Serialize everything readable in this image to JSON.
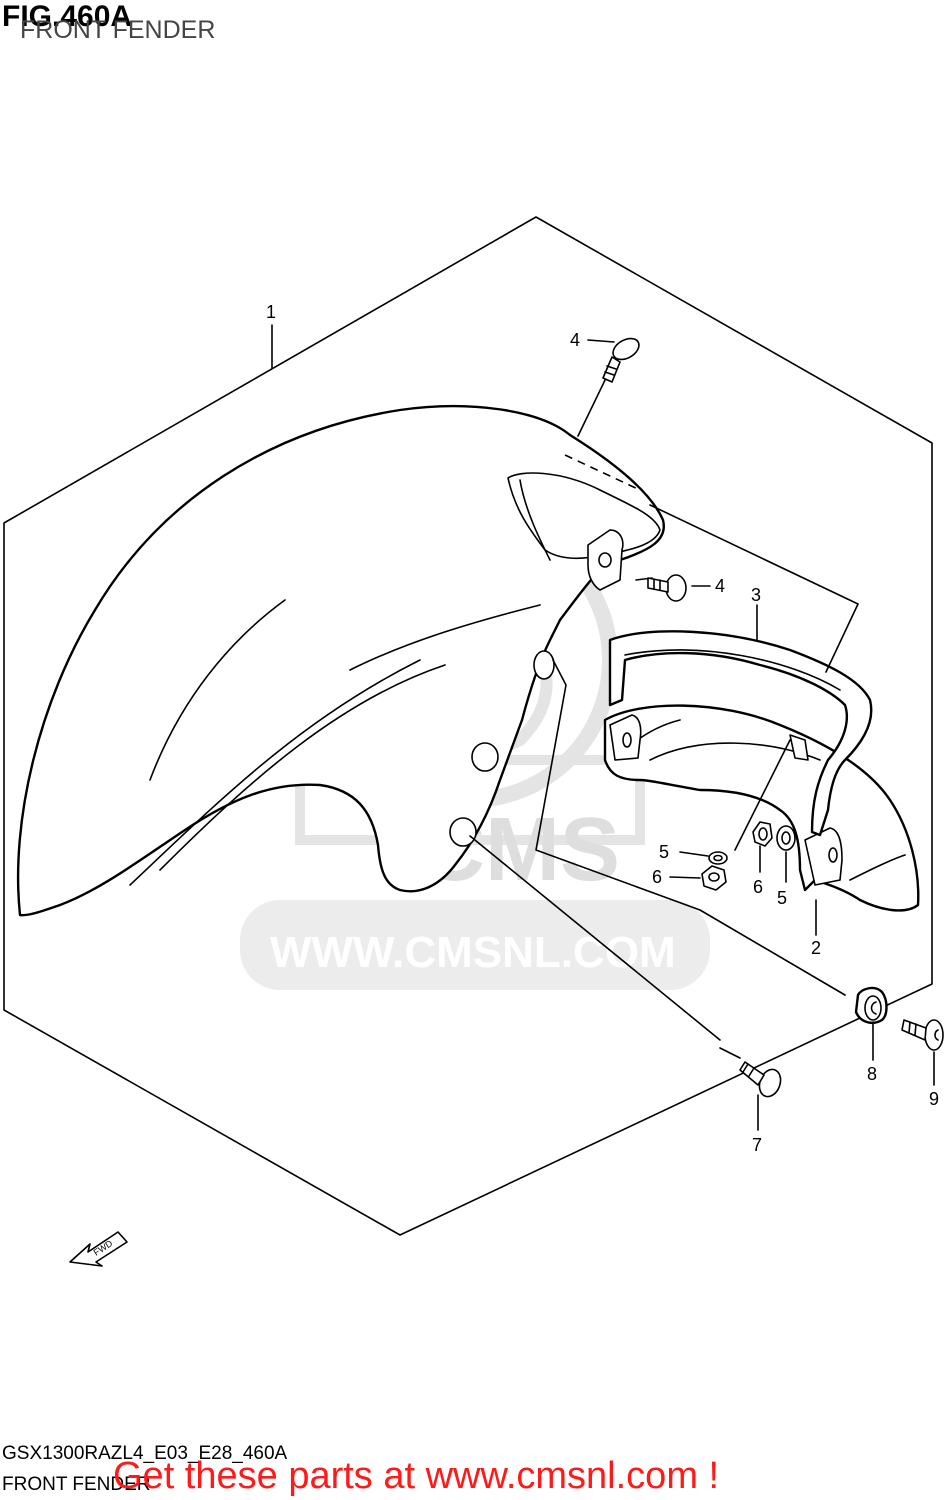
{
  "figure": {
    "number": "FIG.460A",
    "name": "FRONT FENDER"
  },
  "callouts": [
    {
      "id": "1"
    },
    {
      "id": "2"
    },
    {
      "id": "3"
    },
    {
      "id": "4"
    },
    {
      "id": "4b",
      "label": "4"
    },
    {
      "id": "5"
    },
    {
      "id": "5b",
      "label": "5"
    },
    {
      "id": "6"
    },
    {
      "id": "6b",
      "label": "6"
    },
    {
      "id": "7"
    },
    {
      "id": "8"
    },
    {
      "id": "9"
    }
  ],
  "labels": {
    "c1": "1",
    "c2": "2",
    "c3": "3",
    "c4a": "4",
    "c4b": "4",
    "c5a": "5",
    "c5b": "5",
    "c6a": "6",
    "c6b": "6",
    "c7": "7",
    "c8": "8",
    "c9": "9"
  },
  "fwd_arrow": "FWD",
  "watermark": {
    "logo_text": "CMS",
    "url_text": "WWW.CMSNL.COM"
  },
  "footer": {
    "diagram_code": "GSX1300RAZL4_E03_E28_460A",
    "diagram_name": "FRONT FENDER",
    "call_to_action": "Get these parts at www.cmsnl.com !"
  },
  "colors": {
    "line": "#000000",
    "watermark": "#dedede",
    "cta": "#ff1a1a",
    "background": "#ffffff"
  }
}
